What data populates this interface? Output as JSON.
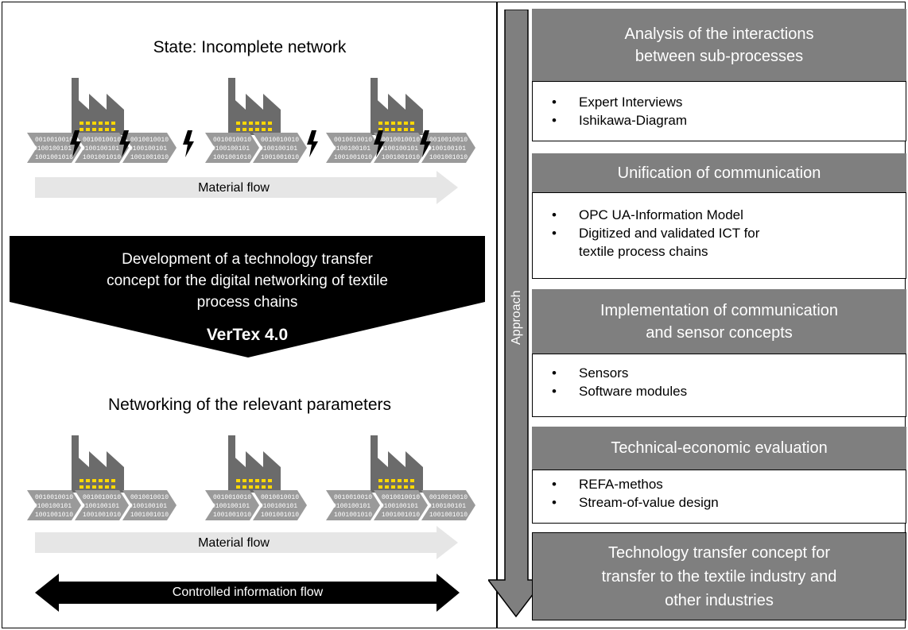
{
  "left": {
    "state_title": "State: Incomplete network",
    "material_flow_top": "Material flow",
    "development_lines": [
      "Development of a technology transfer",
      "concept for the digital networking of textile",
      "process chains"
    ],
    "project_name": "VerTex 4.0",
    "networking_title": "Networking of the relevant parameters",
    "material_flow_bottom": "Material flow",
    "information_flow": "Controlled information flow",
    "binary_pattern": "0010010010\n0100100101\n1001001010"
  },
  "right": {
    "approach_label": "Approach",
    "steps": [
      {
        "title": "Analysis of the interactions\nbetween sub-processes",
        "items": [
          "Expert Interviews",
          "Ishikawa-Diagram"
        ]
      },
      {
        "title": "Unification of communication",
        "items": [
          "OPC UA-Information Model",
          "Digitized and validated ICT for\ntextile process chains"
        ]
      },
      {
        "title": "Implementation of communication\nand sensor concepts",
        "items": [
          "Sensors",
          "Software modules"
        ]
      },
      {
        "title": "Technical-economic evaluation",
        "items": [
          "REFA-methos",
          "Stream-of-value design"
        ]
      },
      {
        "title": "Technology transfer concept for\ntransfer to the textile industry and\nother industries",
        "items": []
      }
    ]
  },
  "colors": {
    "box_header": "#7f7f7f",
    "arrow_gray": "#7f7f7f",
    "factory_gray": "#6b6b6b",
    "window_yellow": "#ffd700",
    "flow_arrow": "#e6e6e6"
  }
}
